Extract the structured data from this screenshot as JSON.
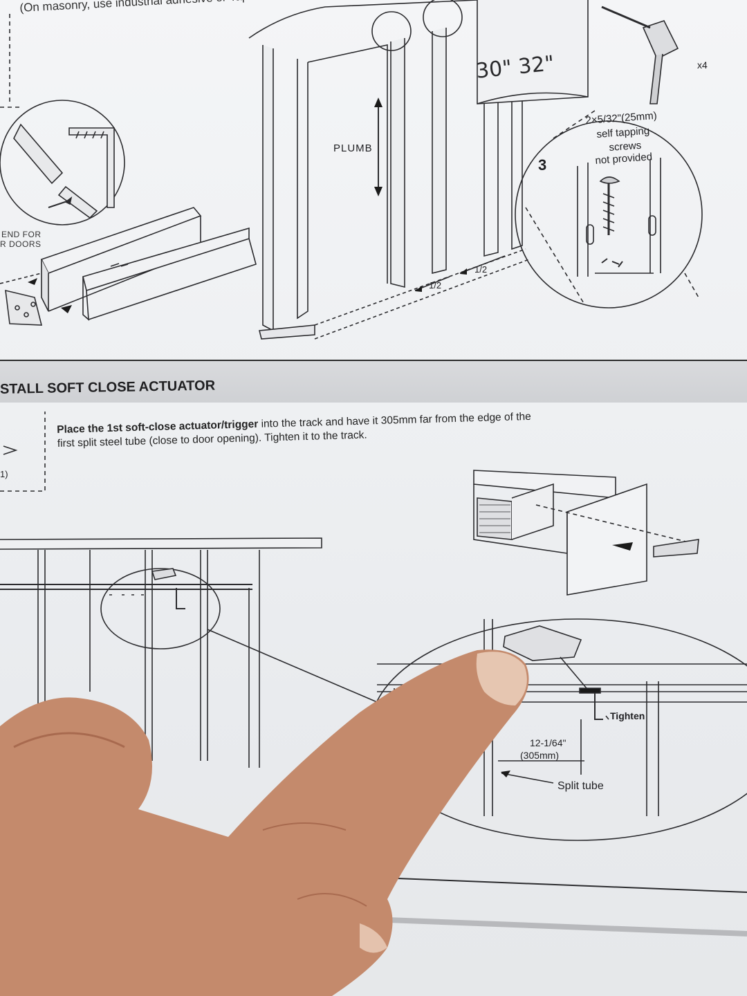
{
  "top_note": "(On masonry, use industrial adhesive or Tapcon",
  "left_label": [
    "END FOR",
    "R DOORS"
  ],
  "plumb_label": "PLUMB",
  "fraction_a": "1/2",
  "fraction_b": "1/2",
  "door_sizes": "30\" 32\"",
  "count_label": "x4",
  "step_number": "3",
  "screw_callout": [
    "2×5/32\"(25mm)",
    "self tapping",
    "screws",
    "not provided"
  ],
  "section_title": "STALL SOFT CLOSE ACTUATOR",
  "instruction": {
    "lead": "Place the 1st soft-close actuator/trigger",
    "rest": " into the track and have it 305mm far from the edge of the",
    "line2": "first split steel tube (close to door opening). Tighten it to the track."
  },
  "sidebar_fragment": "1)",
  "tighten_label": "Tighten",
  "distance_label": [
    "12-1/64\"",
    "(305mm)"
  ],
  "split_tube_label": "Split tube"
}
